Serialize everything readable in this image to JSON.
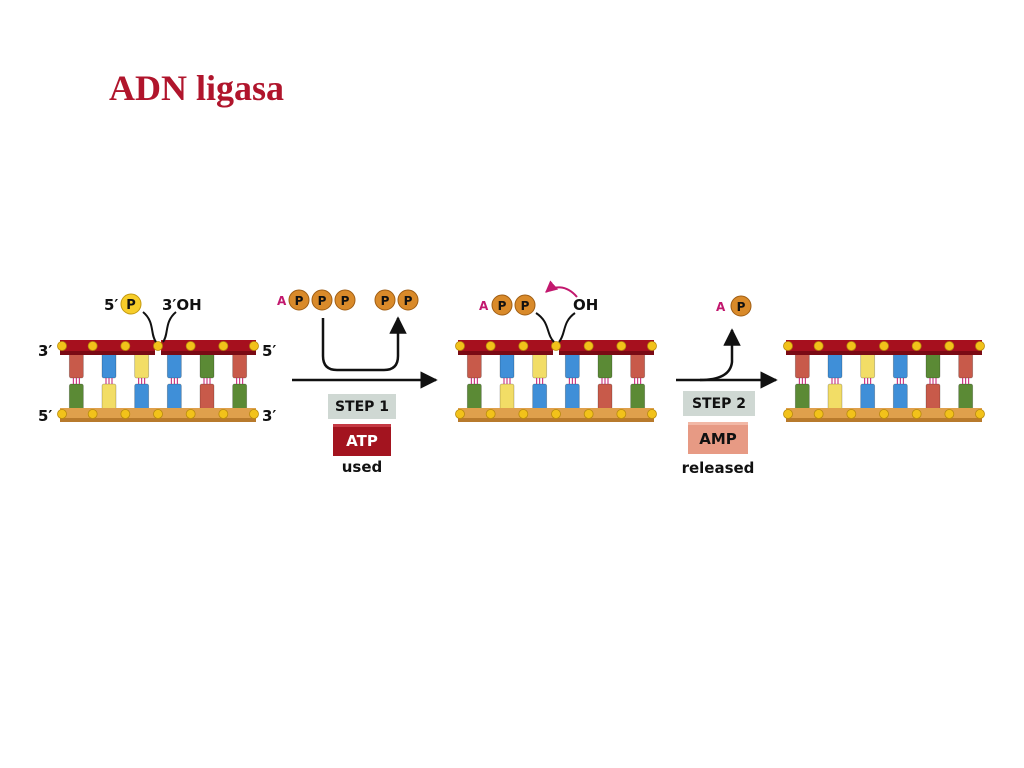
{
  "title": "ADN ligasa",
  "colors": {
    "title": "#b0152c",
    "backbone_top": "#a6101e",
    "backbone_top_dark": "#7a0a14",
    "backbone_bottom": "#dfa04c",
    "backbone_bottom_dark": "#b87a2c",
    "phosphate_node": "#f2c21a",
    "phosphate_free": "#f7cd2a",
    "phosphate_bead": "#d98a2a",
    "adenosine": "#c2186e",
    "step_box": "#cfd8d3",
    "atp_box": "#a3141f",
    "amp_box": "#e79a84",
    "base_red": "#c85a4a",
    "base_blue": "#3f8fd8",
    "base_yellow": "#f2dd66",
    "base_green": "#5b8a35",
    "hbond": "#c2186e",
    "arrow": "#111111"
  },
  "strand_labels": {
    "top_left": "3′",
    "top_right": "5′",
    "bottom_left": "5′",
    "bottom_right": "3′"
  },
  "nick": {
    "phosphate_end_label": "5′",
    "phosphate_symbol": "P",
    "hydroxyl_end_label": "3′OH"
  },
  "reactants": {
    "adenosine_symbol": "A",
    "phosphate_symbol": "P",
    "intermediate_oh": "OH"
  },
  "step1": {
    "label": "STEP 1",
    "molecule": "ATP",
    "caption": "used"
  },
  "step2": {
    "label": "STEP 2",
    "molecule": "AMP",
    "caption": "released"
  },
  "base_pairs": [
    {
      "top": "red",
      "bottom": "green"
    },
    {
      "top": "blue",
      "bottom": "yellow"
    },
    {
      "top": "yellow",
      "bottom": "blue"
    },
    {
      "top": "blue",
      "bottom": "blue"
    },
    {
      "top": "green",
      "bottom": "red"
    },
    {
      "top": "red",
      "bottom": "green"
    }
  ]
}
